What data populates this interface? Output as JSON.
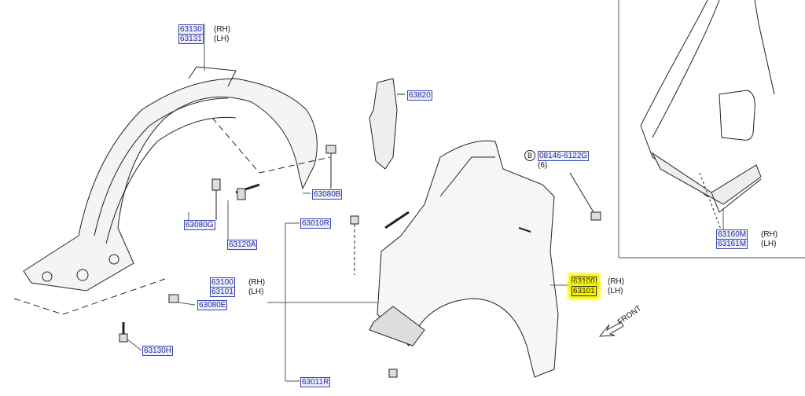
{
  "diagram": {
    "labels": {
      "p63130": "63130",
      "p63131": "63131",
      "p63820": "63820",
      "p08146": "08146-6122G",
      "qty": "(6)",
      "b_marker": "B",
      "p63080B": "63080B",
      "p63080G": "63080G",
      "p63120A": "63120A",
      "p63010R": "63010R",
      "p63100_left": "63100",
      "p63101_left": "63101",
      "p63080E": "63080E",
      "p63130H": "63130H",
      "p63011R": "63011R",
      "p63100_right": "63100",
      "p63101_right": "63101",
      "p63160M": "63160M",
      "p63161M": "63161M"
    },
    "side": {
      "rh": "(RH)",
      "lh": "(LH)"
    },
    "front_label": "FRONT",
    "colors": {
      "label_text": "#1f2a9c",
      "highlight": "#f7f200"
    }
  }
}
